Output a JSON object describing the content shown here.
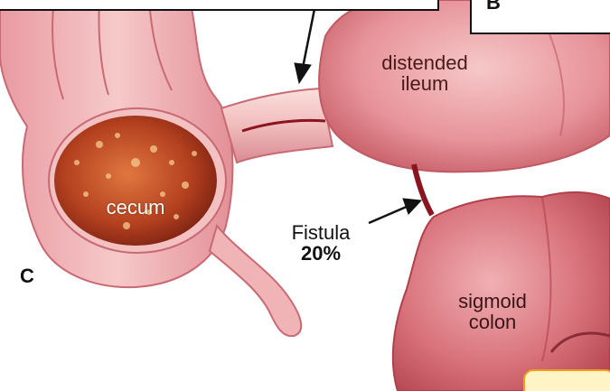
{
  "labels": {
    "distended_ileum": [
      "distended",
      "ileum"
    ],
    "cecum": "cecum",
    "fistula": "Fistula",
    "fistula_percent": "20%",
    "sigmoid_colon": [
      "sigmoid",
      "colon"
    ],
    "panel_c": "C",
    "panel_b": "B"
  },
  "colors": {
    "tissue_light": "#f2b9b9",
    "tissue_mid": "#e07f86",
    "tissue_dark": "#b8434d",
    "cecum_interior": "#a8371d",
    "fistula_channel": "#8a1420",
    "outline": "#c05a64"
  }
}
